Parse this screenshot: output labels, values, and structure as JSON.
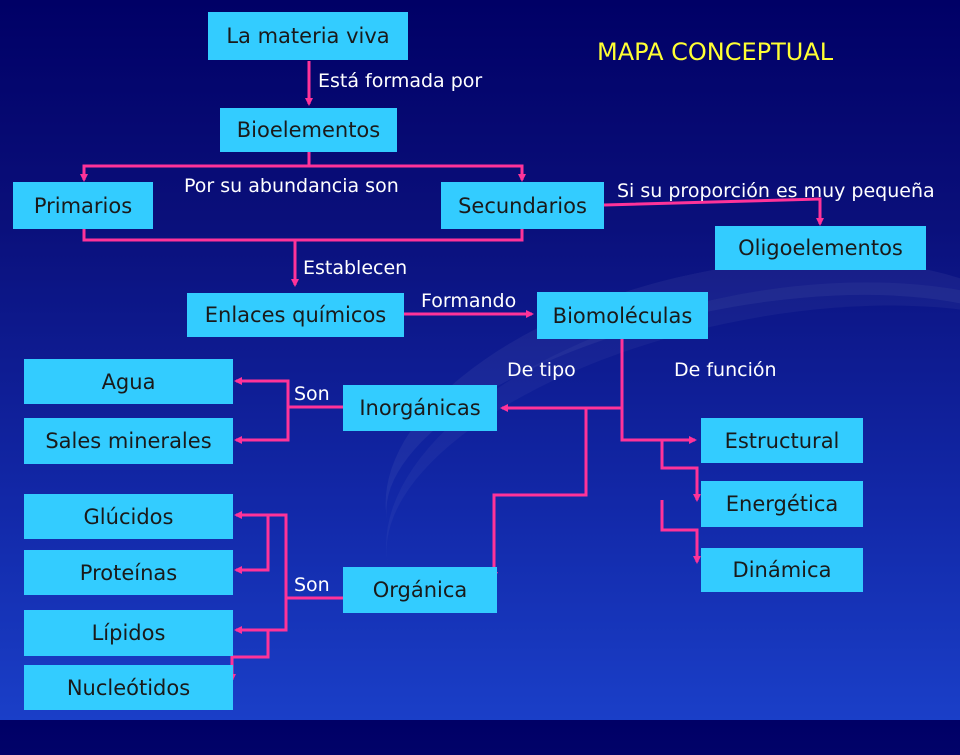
{
  "title": "MAPA CONCEPTUAL",
  "nodes": {
    "materia_viva": "La materia viva",
    "bioelementos": "Bioelementos",
    "primarios": "Primarios",
    "secundarios": "Secundarios",
    "oligoelementos": "Oligoelementos",
    "enlaces": "Enlaces químicos",
    "biomoleculas": "Biomoléculas",
    "inorganicas": "Inorgánicas",
    "agua": "Agua",
    "sales": "Sales minerales",
    "organica": "Orgánica",
    "glucidos": "Glúcidos",
    "proteinas": "Proteínas",
    "lipidos": "Lípidos",
    "nucleotidos": "Nucleótidos",
    "estructural": "Estructural",
    "energetica": "Energética",
    "dinamica": "Dinámica"
  },
  "links": {
    "formada": "Está formada por",
    "abundancia": "Por su abundancia son",
    "proporcion": "Si su proporción es muy pequeña",
    "establecen": "Establecen",
    "formando": "Formando",
    "tipo": "De tipo",
    "funcion": "De función",
    "son_inorg": "Son",
    "son_org": "Son"
  },
  "colors": {
    "node_fill": "#33ccff",
    "connector": "#ff3399",
    "title": "#ffff33",
    "background": "#0a0f7a"
  }
}
